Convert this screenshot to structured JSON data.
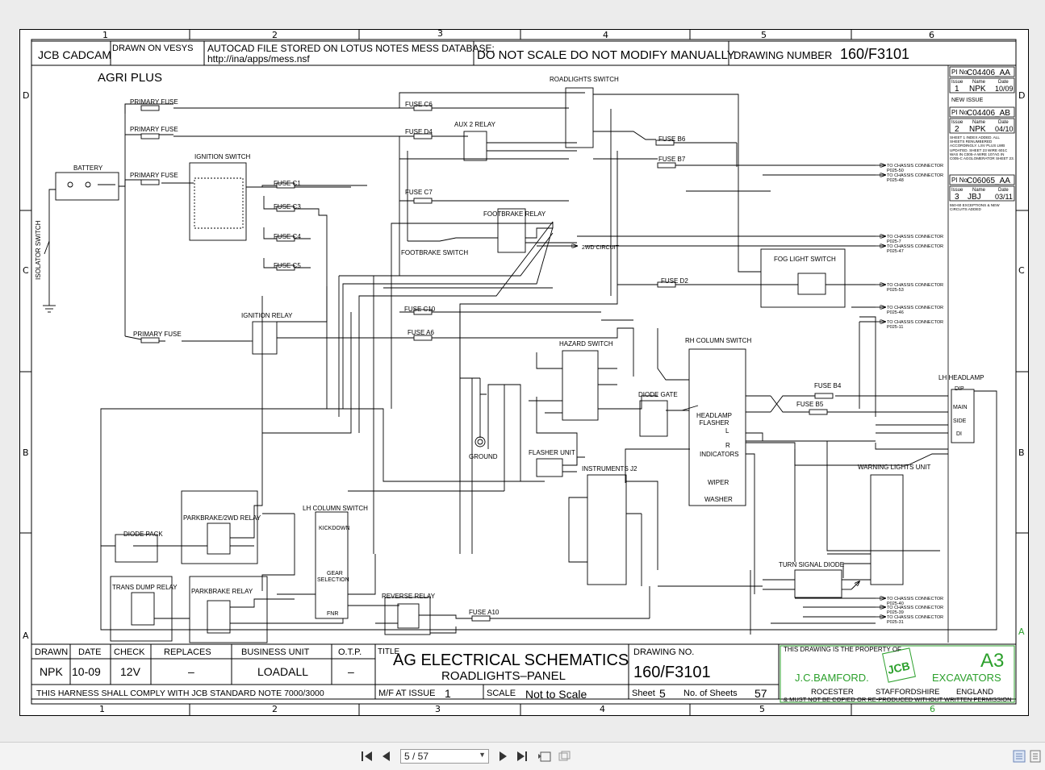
{
  "header": {
    "cadcam": "JCB CADCAM",
    "drawn_on": "DRAWN ON VESYS",
    "autocad_line1": "AUTOCAD FILE STORED ON LOTUS NOTES MESS DATABASE:",
    "autocad_line2": "http://ina/apps/mess.nsf",
    "do_not_scale": "DO NOT SCALE DO NOT MODIFY MANUALLY",
    "drawing_number_label": "DRAWING NUMBER",
    "drawing_number": "160/F3101"
  },
  "zones": {
    "columns": [
      "1",
      "2",
      "3",
      "4",
      "5",
      "6"
    ],
    "rows": [
      "D",
      "C",
      "B",
      "A"
    ]
  },
  "revisions": [
    {
      "pi": "C04406_AA",
      "issue": "1",
      "name": "NPK",
      "date": "10/09",
      "note": "NEW ISSUE"
    },
    {
      "pi": "C04406_AB",
      "issue": "2",
      "name": "NPK",
      "date": "04/10",
      "note": "SHEET 1 INDEX ADDED. ALL SHEETS RENUMBERED ACCORDINGLY. LSV PLUS LWB UPDATED. SHEET 23 WIRE 601C WAS IN C005-A WIRE 107AG IN C005-C AGGLOMERATOR SHEET 23."
    },
    {
      "pi": "C06065_AA",
      "issue": "3",
      "name": "JBJ",
      "date": "03/11",
      "note": "550-60 EXCEPTIONS & NEW CIRCUITS ADDED"
    }
  ],
  "revision_labels": {
    "pi": "PI No",
    "issue": "Issue",
    "name": "Name",
    "date": "Date"
  },
  "diagram": {
    "title": "AGRI PLUS",
    "labels": [
      {
        "id": "battery",
        "text": "BATTERY"
      },
      {
        "id": "isolator",
        "text": "ISOLATOR SWITCH"
      },
      {
        "id": "pf1",
        "text": "PRIMARY FUSE"
      },
      {
        "id": "pf2",
        "text": "PRIMARY FUSE"
      },
      {
        "id": "pf3",
        "text": "PRIMARY FUSE"
      },
      {
        "id": "pf4",
        "text": "PRIMARY FUSE"
      },
      {
        "id": "ign",
        "text": "IGNITION SWITCH"
      },
      {
        "id": "fc1",
        "text": "FUSE C1"
      },
      {
        "id": "fc3",
        "text": "FUSE C3"
      },
      {
        "id": "fc4",
        "text": "FUSE C4"
      },
      {
        "id": "fc5",
        "text": "FUSE C5"
      },
      {
        "id": "fc6",
        "text": "FUSE C6"
      },
      {
        "id": "fd4",
        "text": "FUSE D4"
      },
      {
        "id": "fc7",
        "text": "FUSE C7"
      },
      {
        "id": "aux2",
        "text": "AUX 2 RELAY"
      },
      {
        "id": "roadlights",
        "text": "ROADLIGHTS SWITCH"
      },
      {
        "id": "fb6",
        "text": "FUSE B6"
      },
      {
        "id": "fb7",
        "text": "FUSE B7"
      },
      {
        "id": "footbrake_relay",
        "text": "FOOTBRAKE RELAY"
      },
      {
        "id": "footbrake_switch",
        "text": "FOOTBRAKE SWITCH"
      },
      {
        "id": "twowd",
        "text": "2WD CIRCUIT"
      },
      {
        "id": "fog",
        "text": "FOG LIGHT SWITCH"
      },
      {
        "id": "fd2",
        "text": "FUSE D2"
      },
      {
        "id": "ign_relay",
        "text": "IGNITION RELAY"
      },
      {
        "id": "fc10",
        "text": "FUSE C10"
      },
      {
        "id": "fa6",
        "text": "FUSE A6"
      },
      {
        "id": "hazard",
        "text": "HAZARD SWITCH"
      },
      {
        "id": "rh_col",
        "text": "RH COLUMN SWITCH"
      },
      {
        "id": "diode_gate",
        "text": "DIODE GATE"
      },
      {
        "id": "headlamp_flasher",
        "text": "HEADLAMP FLASHER"
      },
      {
        "id": "indicators",
        "text": "INDICATORS"
      },
      {
        "id": "wiper",
        "text": "WIPER"
      },
      {
        "id": "washer",
        "text": "WASHER"
      },
      {
        "id": "fb4",
        "text": "FUSE B4"
      },
      {
        "id": "fb5",
        "text": "FUSE B5"
      },
      {
        "id": "lh_headlamp",
        "text": "LH HEADLAMP"
      },
      {
        "id": "dip",
        "text": "DIP"
      },
      {
        "id": "main",
        "text": "MAIN"
      },
      {
        "id": "side",
        "text": "SIDE"
      },
      {
        "id": "di",
        "text": "DI"
      },
      {
        "id": "warning",
        "text": "WARNING LIGHTS UNIT"
      },
      {
        "id": "ground",
        "text": "GROUND"
      },
      {
        "id": "flasher",
        "text": "FLASHER UNIT"
      },
      {
        "id": "instruments",
        "text": "INSTRUMENTS J2"
      },
      {
        "id": "parkbrake2wd",
        "text": "PARKBRAKE/2WD RELAY"
      },
      {
        "id": "lh_col",
        "text": "LH COLUMN SWITCH"
      },
      {
        "id": "kickdown",
        "text": "KICKDOWN"
      },
      {
        "id": "gear",
        "text": "GEAR"
      },
      {
        "id": "selection",
        "text": "SELECTION"
      },
      {
        "id": "fnr",
        "text": "FNR"
      },
      {
        "id": "diode_pack",
        "text": "DIODE PACK"
      },
      {
        "id": "trans_dump",
        "text": "TRANS DUMP RELAY"
      },
      {
        "id": "parkbrake",
        "text": "PARKBRAKE RELAY"
      },
      {
        "id": "reverse",
        "text": "REVERSE RELAY"
      },
      {
        "id": "fa10",
        "text": "FUSE A10"
      },
      {
        "id": "turn_diode",
        "text": "TURN SIGNAL DIODE"
      },
      {
        "id": "l",
        "text": "L"
      },
      {
        "id": "r",
        "text": "R"
      }
    ],
    "chassis_connectors": [
      {
        "name": "TO CHASSIS CONNECTOR",
        "ref": "P025-50"
      },
      {
        "name": "TO CHASSIS CONNECTOR",
        "ref": "P025-48"
      },
      {
        "name": "TO CHASSIS CONNECTOR",
        "ref": "P025-7"
      },
      {
        "name": "TO CHASSIS CONNECTOR",
        "ref": "P025-47"
      },
      {
        "name": "TO CHASSIS CONNECTOR",
        "ref": "P025-53"
      },
      {
        "name": "TO CHASSIS CONNECTOR",
        "ref": "P025-46"
      },
      {
        "name": "TO CHASSIS CONNECTOR",
        "ref": "P025-11"
      },
      {
        "name": "TO CHASSIS CONNECTOR",
        "ref": "P025-40"
      },
      {
        "name": "TO CHASSIS CONNECTOR",
        "ref": "P025-39"
      },
      {
        "name": "TO CHASSIS CONNECTOR",
        "ref": "P025-31"
      }
    ]
  },
  "title_block": {
    "drawn_label": "DRAWN",
    "drawn": "NPK",
    "date_label": "DATE",
    "date": "10-09",
    "check_label": "CHECK",
    "check": "12V",
    "replaces_label": "REPLACES",
    "replaces": "–",
    "business_unit_label": "BUSINESS UNIT",
    "business_unit": "LOADALL",
    "otp_label": "O.T.P.",
    "otp": "–",
    "title_label": "TITLE",
    "title_line1": "AG ELECTRICAL SCHEMATICS",
    "title_line2": "ROADLIGHTS–PANEL",
    "drawing_no_label": "DRAWING NO.",
    "drawing_no": "160/F3101",
    "harness_note": "THIS HARNESS SHALL COMPLY WITH JCB STANDARD NOTE 7000/3000",
    "mf_label": "M/F AT ISSUE",
    "mf": "1",
    "scale_label": "SCALE",
    "scale": "Not to Scale",
    "sheet_label": "Sheet",
    "sheet": "5",
    "sheets_label": "No. of Sheets",
    "sheets": "57",
    "property": "THIS DRAWING IS THE PROPERTY OF",
    "size": "A3",
    "company": "J.C.BAMFORD.",
    "logo": "JCB",
    "division": "EXCAVATORS",
    "loc1": "ROCESTER",
    "loc2": "STAFFORDSHIRE",
    "loc3": "ENGLAND",
    "copy_note": "& MUST NOT BE COPIED OR RE-PRODUCED WITHOUT WRITTEN PERMISSION"
  },
  "viewer": {
    "page_field": "5 / 57",
    "accent": "#2ca02c"
  }
}
